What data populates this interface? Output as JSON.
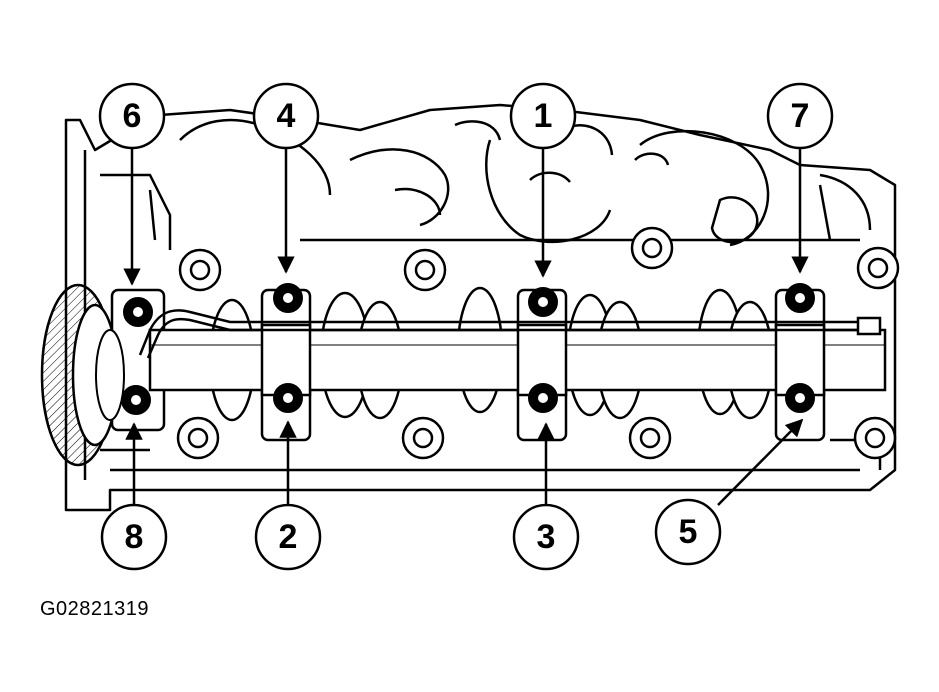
{
  "figure_code": "G02821319",
  "colors": {
    "ink": "#000000",
    "paper": "#ffffff"
  },
  "callouts": [
    {
      "label": "6",
      "name": "callout-6"
    },
    {
      "label": "4",
      "name": "callout-4"
    },
    {
      "label": "1",
      "name": "callout-1"
    },
    {
      "label": "7",
      "name": "callout-7"
    },
    {
      "label": "8",
      "name": "callout-8"
    },
    {
      "label": "2",
      "name": "callout-2"
    },
    {
      "label": "3",
      "name": "callout-3"
    },
    {
      "label": "5",
      "name": "callout-5"
    }
  ]
}
